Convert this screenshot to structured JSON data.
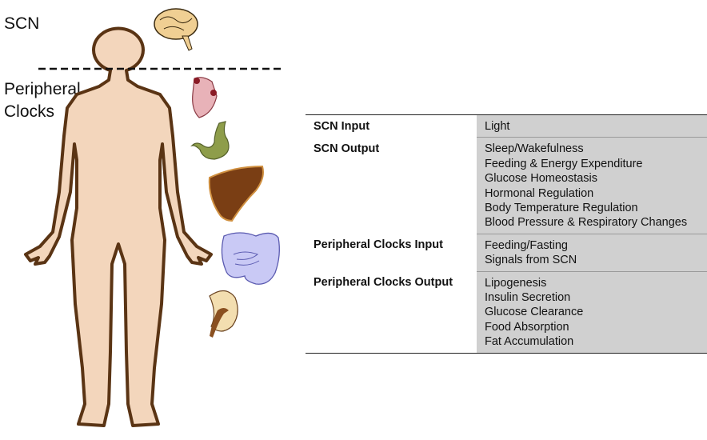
{
  "labels": {
    "scn": "SCN",
    "peripheral_line1": "Peripheral",
    "peripheral_line2": "Clocks"
  },
  "table": {
    "rows": [
      {
        "key": "SCN Input",
        "values": [
          "Light"
        ]
      },
      {
        "key": "SCN Output",
        "values": [
          "Sleep/Wakefulness",
          "Feeding & Energy Expenditure",
          "Glucose Homeostasis",
          "Hormonal Regulation",
          "Body Temperature Regulation",
          "Blood Pressure & Respiratory Changes"
        ]
      },
      {
        "key": "Peripheral Clocks Input",
        "values": [
          "Feeding/Fasting",
          "Signals from SCN"
        ]
      },
      {
        "key": "Peripheral Clocks Output",
        "values": [
          "Lipogenesis",
          "Insulin Secretion",
          "Glucose Clearance",
          "Food Absorption",
          "Fat Accumulation"
        ]
      }
    ]
  },
  "colors": {
    "skin": "#f3d6bc",
    "outline": "#5a3414",
    "value_bg": "#d0d0d0"
  }
}
